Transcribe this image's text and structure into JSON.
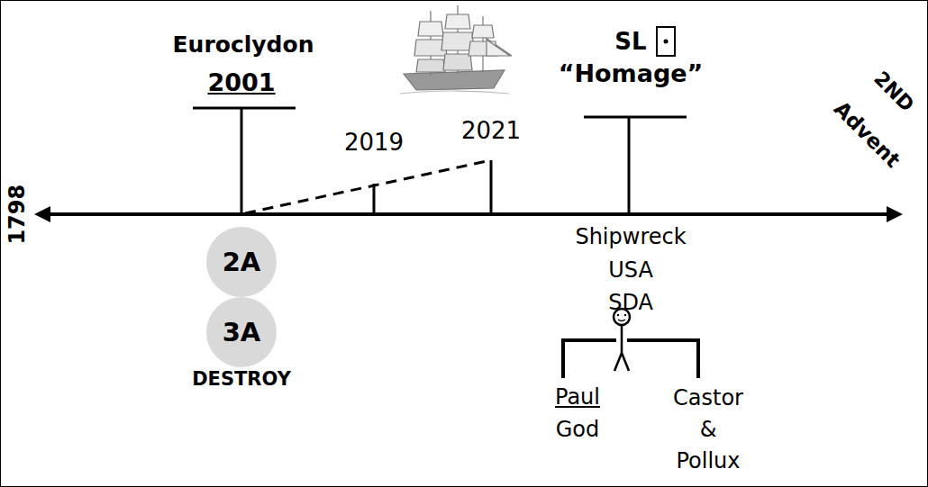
{
  "diagram": {
    "nodes": [
      {
        "text": [
          "2A"
        ]
      },
      {
        "text": [
          "3A"
        ]
      }
    ],
    "labels": [
      "Euroclydon",
      "SL",
      "“Homage”",
      "2001",
      "2021",
      "2019",
      "2ND",
      "Advent",
      "1798",
      "Shipwreck",
      "USA",
      "SDA",
      "DESTROY",
      "Paul",
      "God",
      "Castor",
      "&",
      "Pollux"
    ]
  }
}
